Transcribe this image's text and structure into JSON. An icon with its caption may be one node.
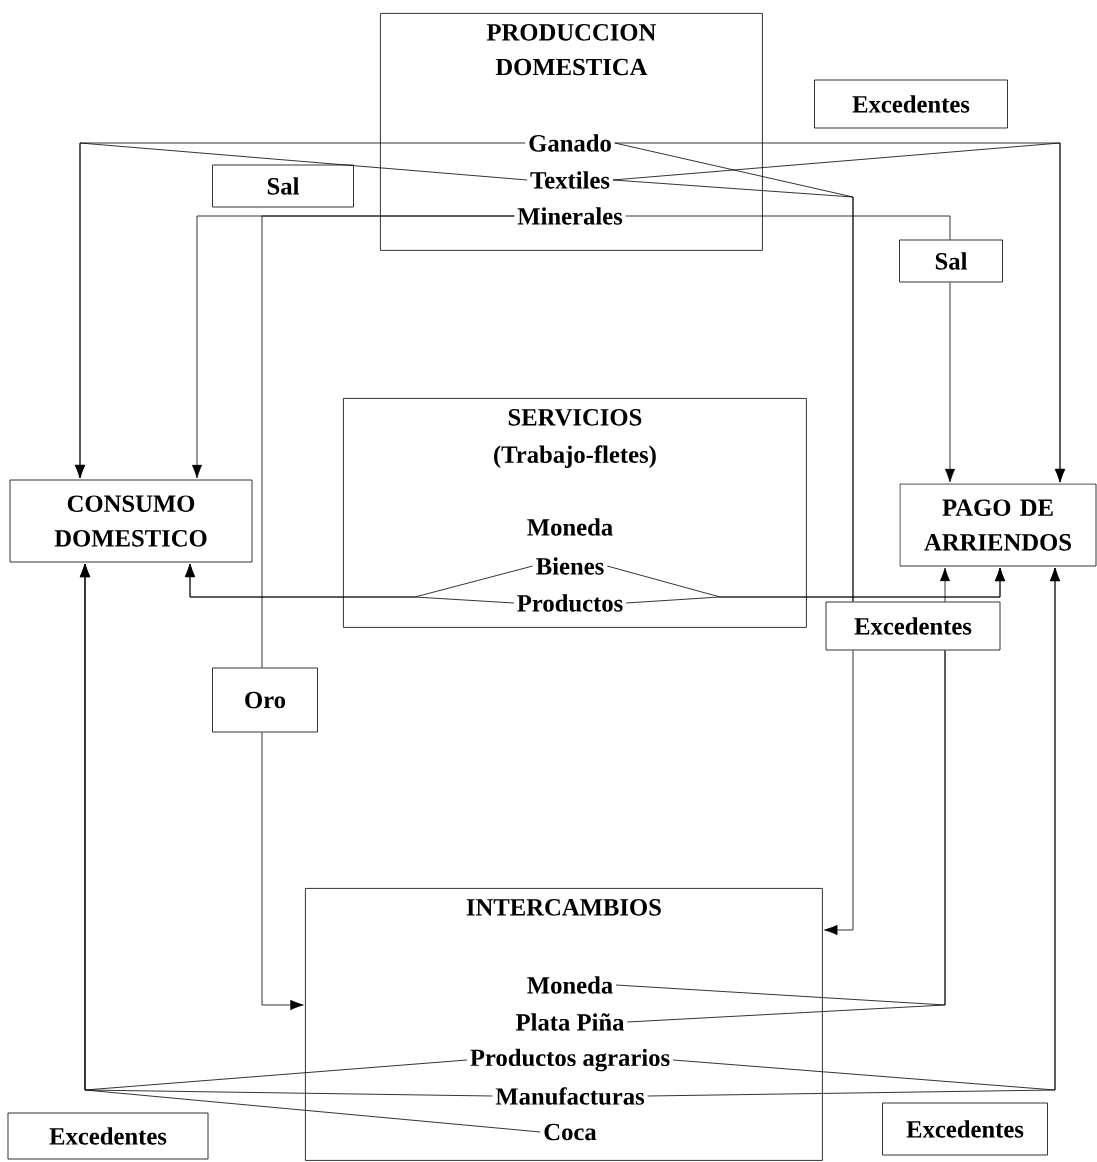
{
  "diagram": {
    "nodes": [
      {
        "text": [
          "PRODUCCION DOMESTICA"
        ]
      },
      {
        "text": [
          "Ganado"
        ],
        "in": 0
      },
      {
        "text": [
          "Textiles"
        ],
        "in": 0
      },
      {
        "text": [
          "Minerales"
        ],
        "in": 0
      },
      {
        "text": [
          "Excedentes"
        ]
      },
      {
        "text": [
          "Sal"
        ]
      },
      {
        "text": [
          "Sal"
        ]
      },
      {
        "text": [
          "SERVICIOS",
          "(Trabajo-fletes)"
        ]
      },
      {
        "text": [
          "Moneda"
        ],
        "in": 7
      },
      {
        "text": [
          "Bienes"
        ],
        "in": 7
      },
      {
        "text": [
          "Productos"
        ],
        "in": 7
      },
      {
        "text": [
          "CONSUMO DOMESTICO"
        ]
      },
      {
        "text": [
          "PAGO DE ARRIENDOS"
        ]
      },
      {
        "text": [
          "Excedentes"
        ]
      },
      {
        "text": [
          "Oro"
        ]
      },
      {
        "text": [
          "INTERCAMBIOS"
        ]
      },
      {
        "text": [
          "Moneda"
        ],
        "in": 15
      },
      {
        "text": [
          "Plata Piña"
        ],
        "in": 15
      },
      {
        "text": [
          "Productos agrarios"
        ],
        "in": 15
      },
      {
        "text": [
          "Manufacturas"
        ],
        "in": 15
      },
      {
        "text": [
          "Coca"
        ],
        "in": 15
      },
      {
        "text": [
          "Excedentes"
        ]
      },
      {
        "text": [
          "Excedentes"
        ]
      }
    ],
    "edges": [
      {
        "from": 1,
        "to": 11,
        "arrow": "to"
      },
      {
        "from": 2,
        "to": 11,
        "arrow": "to"
      },
      {
        "from": 1,
        "to": 12,
        "arrow": "to"
      },
      {
        "from": 2,
        "to": 12,
        "arrow": "to"
      },
      {
        "from": 1,
        "to": 13,
        "arrow": "none"
      },
      {
        "from": 2,
        "to": 13,
        "arrow": "none"
      },
      {
        "from": 13,
        "to": 15,
        "arrow": "to"
      },
      {
        "from": 3,
        "to": 11,
        "arrow": "to"
      },
      {
        "from": 3,
        "to": 14,
        "arrow": "none"
      },
      {
        "from": 14,
        "to": 15,
        "arrow": "to"
      },
      {
        "from": 3,
        "to": 6,
        "arrow": "none"
      },
      {
        "from": 6,
        "to": 12,
        "arrow": "to"
      },
      {
        "from": 9,
        "to": 11,
        "arrow": "to"
      },
      {
        "from": 10,
        "to": 11,
        "arrow": "to"
      },
      {
        "from": 9,
        "to": 12,
        "arrow": "to"
      },
      {
        "from": 10,
        "to": 12,
        "arrow": "to"
      },
      {
        "from": 16,
        "to": 13,
        "arrow": "none"
      },
      {
        "from": 17,
        "to": 13,
        "arrow": "none"
      },
      {
        "from": 13,
        "to": 12,
        "arrow": "to"
      },
      {
        "from": 18,
        "to": 12,
        "arrow": "to"
      },
      {
        "from": 19,
        "to": 12,
        "arrow": "to"
      },
      {
        "from": 18,
        "to": 11,
        "arrow": "to"
      },
      {
        "from": 19,
        "to": 11,
        "arrow": "to"
      },
      {
        "from": 20,
        "to": 11,
        "arrow": "to"
      }
    ]
  }
}
